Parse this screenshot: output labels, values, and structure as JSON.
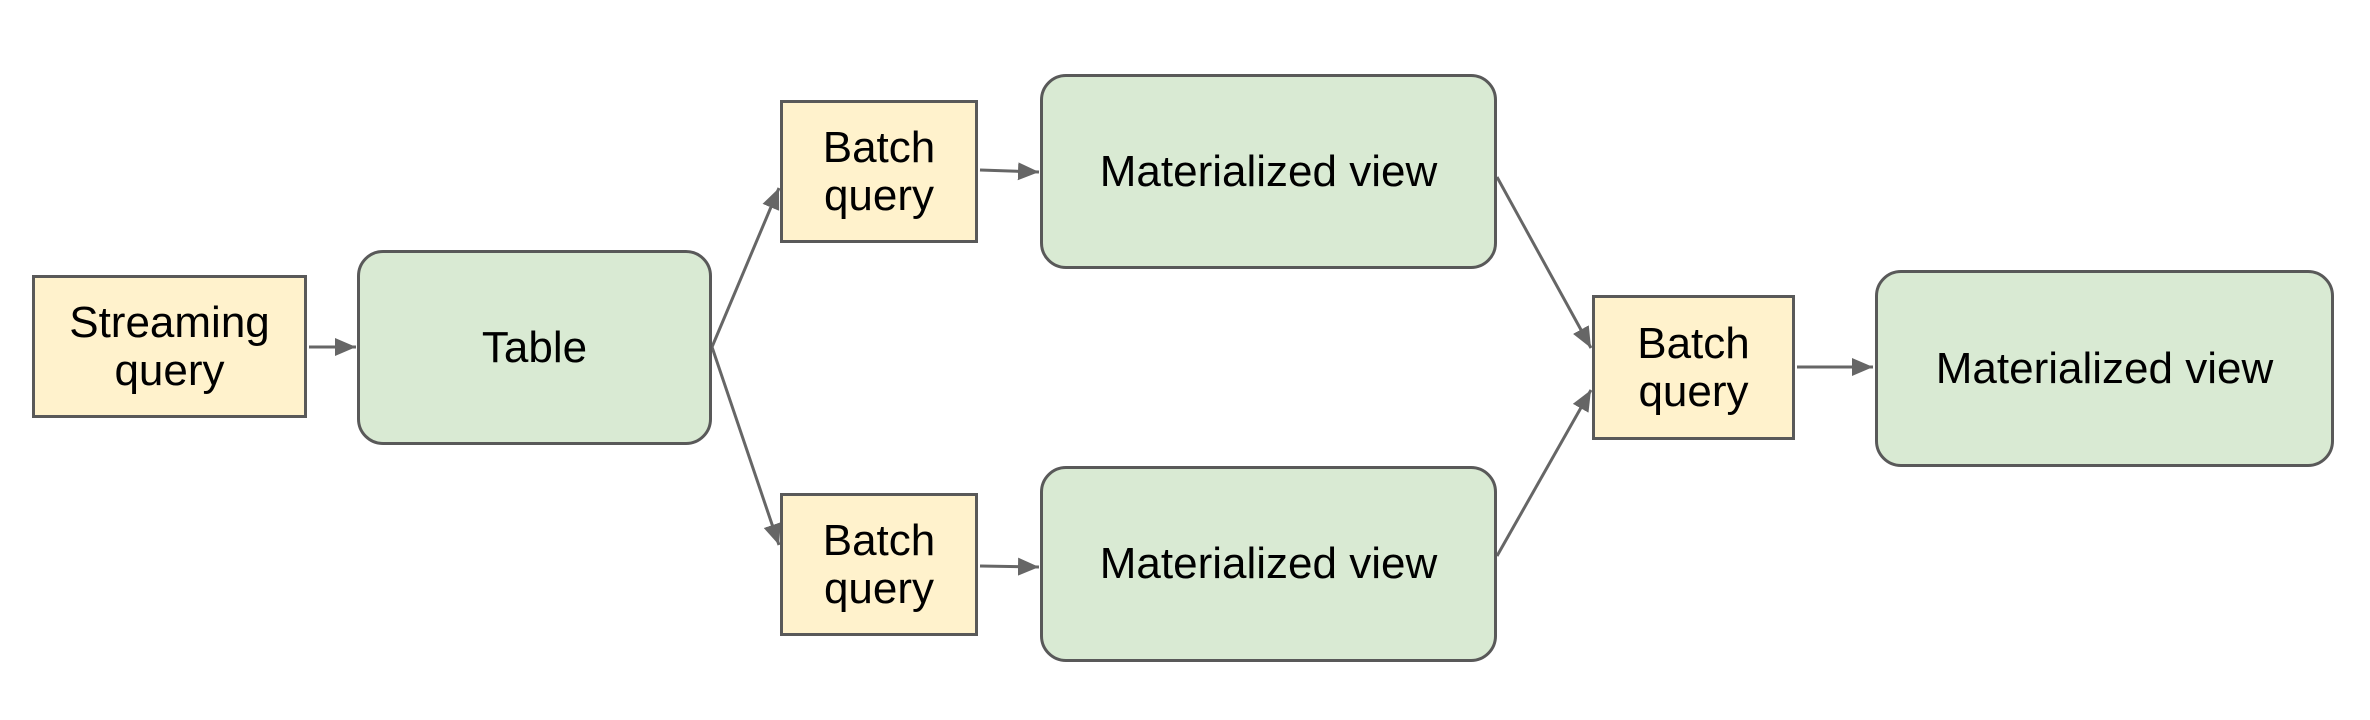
{
  "diagram": {
    "nodes": [
      {
        "id": "streaming-query",
        "label": "Streaming query",
        "kind": "query"
      },
      {
        "id": "table",
        "label": "Table",
        "kind": "table"
      },
      {
        "id": "batch-query-top",
        "label": "Batch query",
        "kind": "query"
      },
      {
        "id": "materialized-view-top",
        "label": "Materialized view",
        "kind": "view"
      },
      {
        "id": "batch-query-bottom",
        "label": "Batch query",
        "kind": "query"
      },
      {
        "id": "materialized-view-bottom",
        "label": "Materialized view",
        "kind": "view"
      },
      {
        "id": "batch-query-right",
        "label": "Batch query",
        "kind": "query"
      },
      {
        "id": "materialized-view-right",
        "label": "Materialized view",
        "kind": "view"
      }
    ],
    "edges": [
      {
        "from": "streaming-query",
        "to": "table"
      },
      {
        "from": "table",
        "to": "batch-query-top"
      },
      {
        "from": "batch-query-top",
        "to": "materialized-view-top"
      },
      {
        "from": "table",
        "to": "batch-query-bottom"
      },
      {
        "from": "batch-query-bottom",
        "to": "materialized-view-bottom"
      },
      {
        "from": "materialized-view-top",
        "to": "batch-query-right"
      },
      {
        "from": "materialized-view-bottom",
        "to": "batch-query-right"
      },
      {
        "from": "batch-query-right",
        "to": "materialized-view-right"
      }
    ],
    "colors": {
      "query_fill": "#fff2cc",
      "table_fill": "#d9ead3",
      "node_border": "#595959",
      "connector": "#666666",
      "text": "#000000",
      "background": "#ffffff"
    }
  }
}
